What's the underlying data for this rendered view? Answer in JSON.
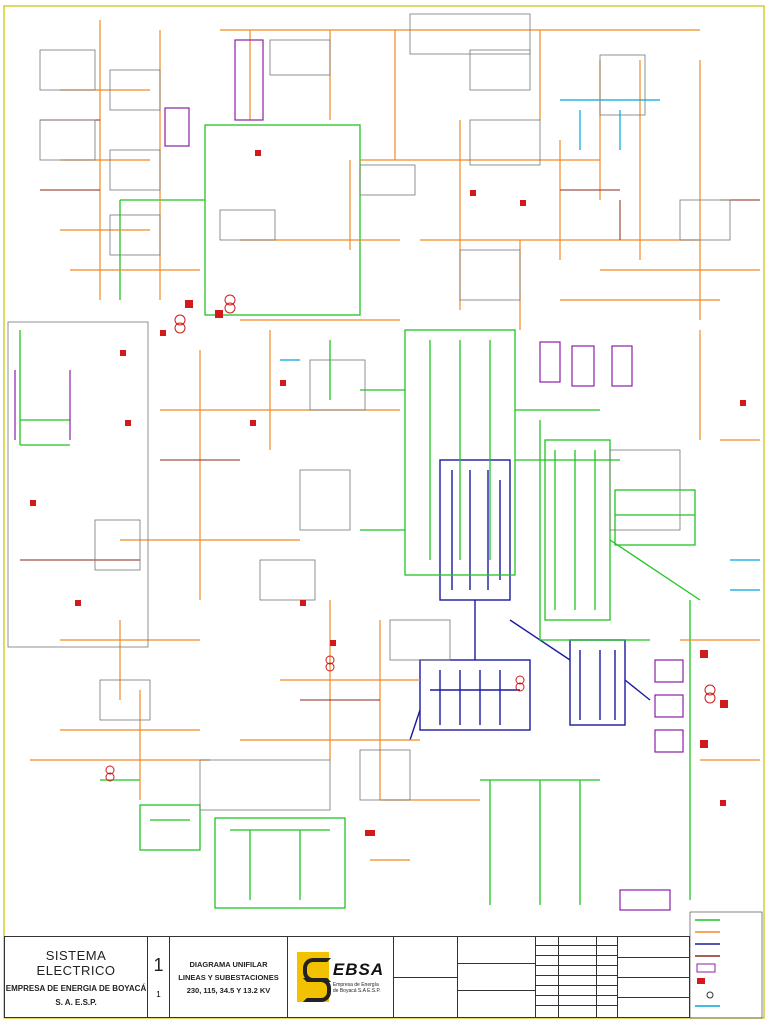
{
  "title_block": {
    "system": "SISTEMA ELECTRICO",
    "company": "EMPRESA DE ENERGIA DE BOYACÁ",
    "company_sa": "S. A. E.S.P.",
    "sheet_number": "1",
    "sheet_of": "1",
    "diagram_line1": "DIAGRAMA UNIFILAR",
    "diagram_line2": "LINEAS Y SUBESTACIONES",
    "diagram_line3": "230, 115, 34.5 Y 13.2 KV",
    "logo_word": "EBSA",
    "logo_sub_1": "Empresa de Energía",
    "logo_sub_2": "de Boyacá S.A E.S.P."
  },
  "colors": {
    "line_230kv": "#1a1aa0",
    "line_115kv": "#22c422",
    "line_34_5kv": "#f08a24",
    "line_13_2kv": "#8a2a1a",
    "equipment": "#d11a1a",
    "bus_purple": "#8b1fa8",
    "cyan": "#00a8d8",
    "brand_yellow": "#f2c200"
  }
}
